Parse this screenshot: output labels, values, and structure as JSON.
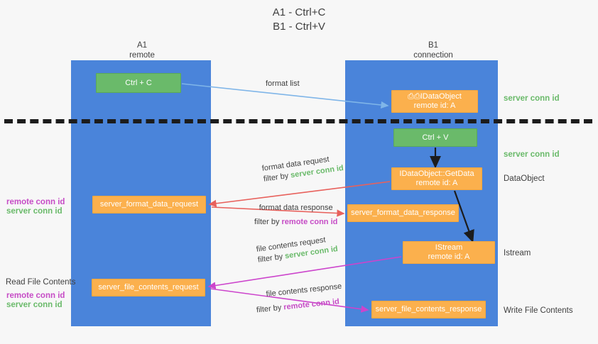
{
  "title": {
    "line1": "A1 - Ctrl+C",
    "line2": "B1 - Ctrl+V"
  },
  "lanes": [
    {
      "id": "a1",
      "name": "A1",
      "role": "remote",
      "color": "#4a84da"
    },
    {
      "id": "b1",
      "name": "B1",
      "role": "connection",
      "color": "#4a84da"
    }
  ],
  "boxes": {
    "ctrl_c": "Ctrl + C",
    "idataobject_title": "⎙⎙IDataObject",
    "idataobject_sub": "remote id: A",
    "ctrl_v": "Ctrl + V",
    "getdata_title": "IDataObject::GetData",
    "getdata_sub": "remote id: A",
    "server_format_data_request": "server_format_data_request",
    "server_format_data_response": "server_format_data_response",
    "istream_title": "IStream",
    "istream_sub": "remote id: A",
    "server_file_contents_request": "server_file_contents_request",
    "server_file_contents_response": "server_file_contents_response"
  },
  "edge_labels": {
    "format_list": "format list",
    "format_data_request": "format data request",
    "format_data_request_filter_prefix": "filter by ",
    "format_data_request_filter_value": "server conn id",
    "format_data_response": "format data response",
    "format_data_response_filter_prefix": "filter by ",
    "format_data_response_filter_value": "remote conn id",
    "file_contents_request": "file contents request",
    "file_contents_request_filter_prefix": "filter by ",
    "file_contents_request_filter_value": "server conn id",
    "file_contents_response": "file contents response",
    "file_contents_response_filter_prefix": "filter by ",
    "file_contents_response_filter_value": "remote conn id"
  },
  "side_labels": {
    "server_conn_id_top": "server conn id",
    "server_conn_id_mid": "server conn id",
    "dataobject": "DataObject",
    "istream": "Istream",
    "write_file_contents": "Write File Contents",
    "read_file_contents": "Read File Contents",
    "remote_conn_id_1": "remote conn id",
    "server_conn_id_1": "server conn id",
    "remote_conn_id_2": "remote conn id",
    "server_conn_id_2": "server conn id"
  },
  "colors": {
    "lane": "#4a84da",
    "green_box": "#6aba6a",
    "orange_box": "#fbb04d",
    "server_conn_id": "#6aba6a",
    "remote_conn_id": "#c64cc6",
    "arrow_blue": "#7fb5e8",
    "arrow_red": "#e8615c",
    "arrow_magenta": "#cc44cc",
    "arrow_black": "#1c1c1c",
    "divider": "#1c1c1c",
    "background": "#f7f7f7"
  }
}
